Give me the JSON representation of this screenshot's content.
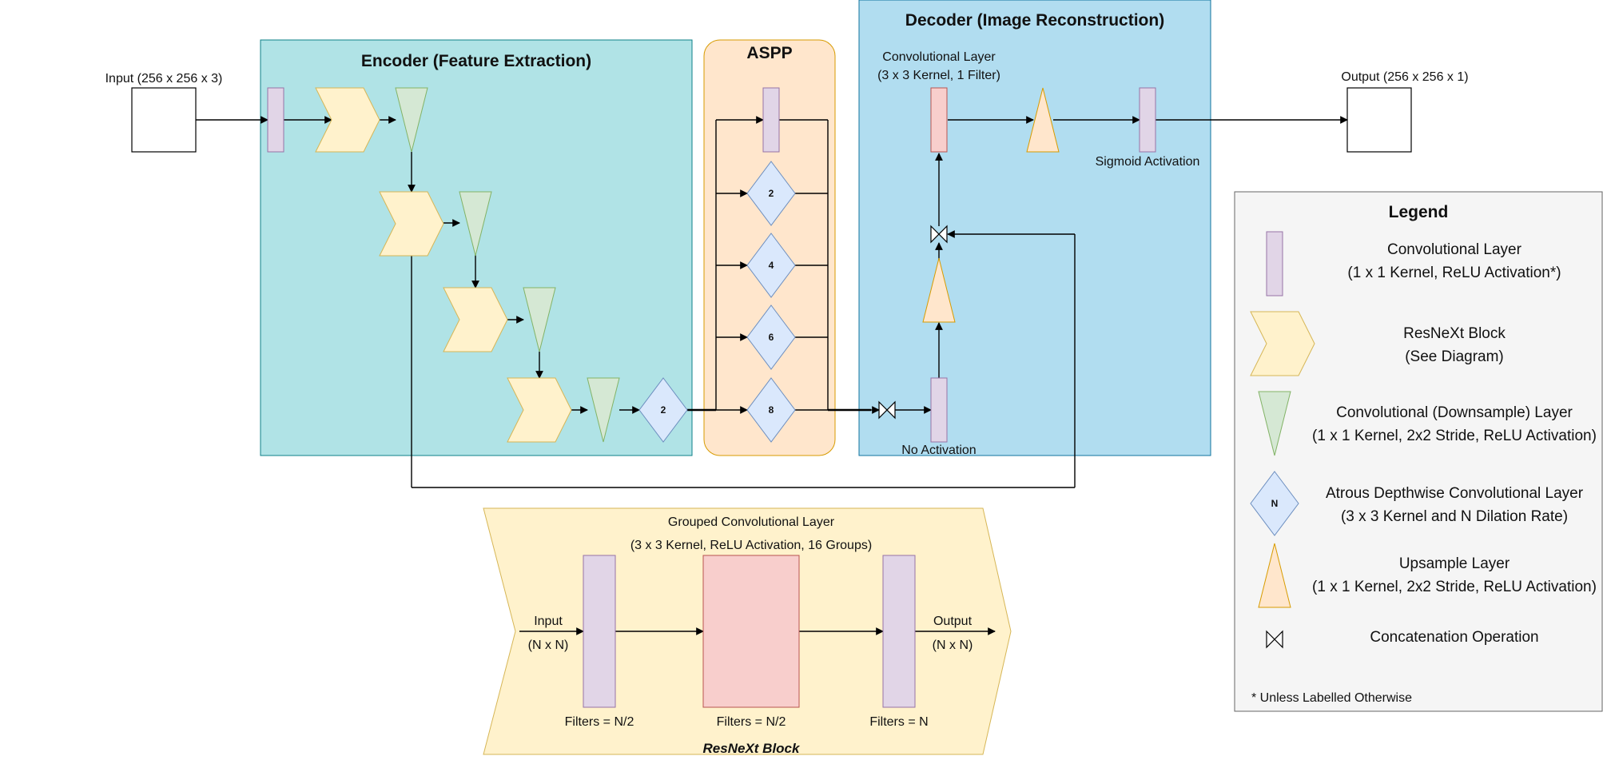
{
  "colors": {
    "encoder_bg": "#b0e3e6",
    "aspp_bg": "#ffe6cc",
    "decoder_bg": "#b1ddf0",
    "legend_bg": "#f5f5f5",
    "conv_1x1": "#e1d5e7",
    "conv_3x3": "#f8cecc",
    "resnext": "#fff2cc",
    "downsample": "#d5e8d4",
    "atrous": "#dae8fc",
    "upsample": "#ffe6cc"
  },
  "encoder": {
    "title": "Encoder (Feature Extraction)"
  },
  "aspp": {
    "title": "ASPP",
    "dilations": [
      "2",
      "4",
      "6",
      "8"
    ]
  },
  "encoder_atrous": {
    "rate": "2"
  },
  "decoder": {
    "title": "Decoder (Image Reconstruction)",
    "conv_label_line1": "Convolutional Layer",
    "conv_label_line2": "(3 x 3 Kernel, 1 Filter)",
    "sigmoid_label": "Sigmoid Activation",
    "no_activation_label": "No Activation"
  },
  "io": {
    "input_label": "Input (256 x 256 x 3)",
    "output_label": "Output (256 x 256 x 1)"
  },
  "resnext_block": {
    "caption": "ResNeXt Block",
    "grouped_label_line1": "Grouped Convolutional Layer",
    "grouped_label_line2": "(3 x 3 Kernel, ReLU Activation, 16 Groups)",
    "input_label": "Input",
    "input_dims": "(N x N)",
    "output_label": "Output",
    "output_dims": "(N x N)",
    "filters": [
      "Filters = N/2",
      "Filters = N/2",
      "Filters = N"
    ]
  },
  "legend": {
    "title": "Legend",
    "items": [
      {
        "line1": "Convolutional Layer",
        "line2": "(1 x 1 Kernel, ReLU Activation*)",
        "icon": "conv-1x1-icon"
      },
      {
        "line1": "ResNeXt Block",
        "line2": "(See Diagram)",
        "icon": "resnext-icon"
      },
      {
        "line1": "Convolutional (Downsample) Layer",
        "line2": "(1 x 1 Kernel, 2x2 Stride, ReLU Activation)",
        "icon": "downsample-icon"
      },
      {
        "line1": "Atrous Depthwise Convolutional Layer",
        "line2": "(3 x 3 Kernel and N Dilation Rate)",
        "icon": "atrous-icon",
        "symbol": "N"
      },
      {
        "line1": "Upsample Layer",
        "line2": "(1 x 1 Kernel, 2x2 Stride, ReLU Activation)",
        "icon": "upsample-icon"
      },
      {
        "line1": "Concatenation Operation",
        "icon": "concat-icon"
      }
    ],
    "footnote": "* Unless Labelled Otherwise"
  }
}
